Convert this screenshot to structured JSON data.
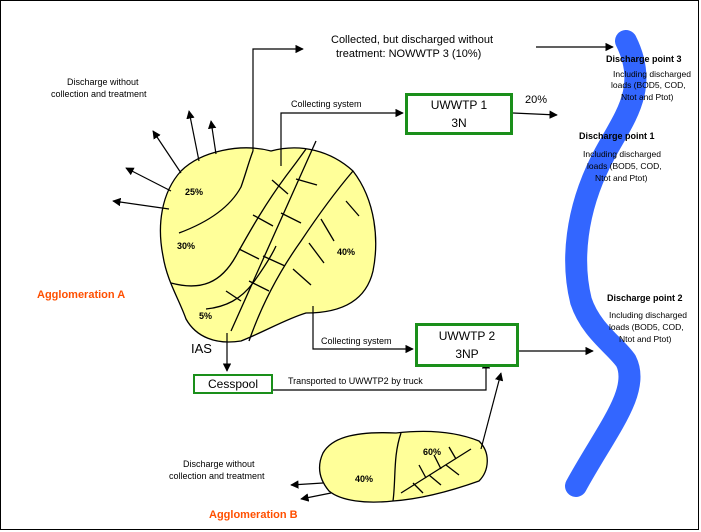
{
  "top_label": {
    "line1": "Collected, but discharged without",
    "line2": "treatment: NOWWTP 3 (10%)"
  },
  "agglomeration_a": {
    "name": "Agglomeration A",
    "discharge_text_line1": "Discharge without",
    "discharge_text_line2": "collection and treatment",
    "pct_25": "25%",
    "pct_30": "30%",
    "pct_40": "40%",
    "pct_5": "5%",
    "ias_label": "IAS"
  },
  "agglomeration_b": {
    "name": "Agglomeration B",
    "discharge_text_line1": "Discharge without",
    "discharge_text_line2": "collection and treatment",
    "pct_40": "40%",
    "pct_60": "60%"
  },
  "uwwtp1": {
    "line1": "UWWTP 1",
    "line2": "3N",
    "percent": "20%",
    "collecting_label": "Collecting system"
  },
  "uwwtp2": {
    "line1": "UWWTP 2",
    "line2": "3NP",
    "collecting_label": "Collecting system"
  },
  "cesspool": {
    "label": "Cesspool",
    "transport_label": "Transported to UWWTP2 by truck"
  },
  "discharge_points": {
    "p3_title": "Discharge point 3",
    "p3_line1": "Including discharged",
    "p3_line2": "loads (BOD5, COD,",
    "p3_line3": "Ntot and Ptot)",
    "p1_title": "Discharge point 1",
    "p1_line1": "Including discharged",
    "p1_line2": "loads (BOD5, COD,",
    "p1_line3": "Ntot and Ptot)",
    "p2_title": "Discharge point 2",
    "p2_line1": "Including discharged",
    "p2_line2": "loads (BOD5, COD,",
    "p2_line3": "Ntot and Ptot)"
  },
  "colors": {
    "river": "#3366ff",
    "agglomeration_fill": "#ffff99",
    "plant_border": "#1a8f1a",
    "agglomeration_label": "#ff4f00"
  }
}
